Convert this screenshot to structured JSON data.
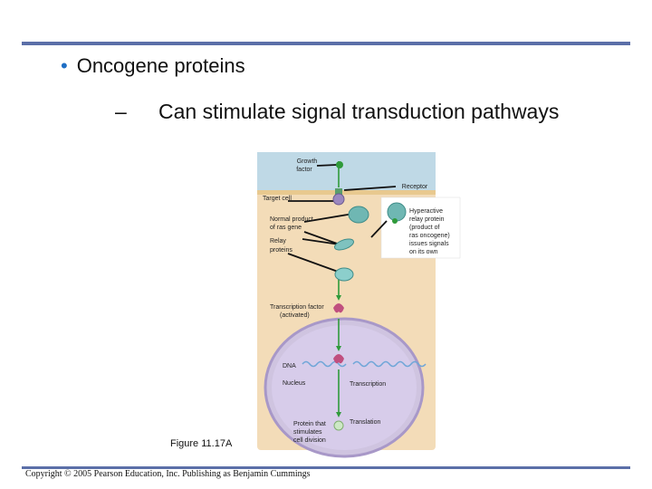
{
  "slide": {
    "bullet": "Oncogene proteins",
    "subbullet_marker": "–",
    "subbullet": "Can stimulate signal transduction pathways",
    "figure_label": "Figure 11.17A",
    "copyright": "Copyright © 2005 Pearson Education, Inc. Publishing as Benjamin Cummings"
  },
  "diagram": {
    "growth_factor": [
      "Growth",
      "factor"
    ],
    "receptor": "Receptor",
    "target_cell": "Target cell",
    "normal_product": [
      "Normal product",
      "of ras gene"
    ],
    "relay_proteins": [
      "Relay",
      "proteins"
    ],
    "hyperactive": [
      "Hyperactive",
      "relay protein",
      "(product of",
      "ras oncogene)",
      "issues signals",
      "on its own"
    ],
    "transcription_factor": [
      "Transcription factor",
      "(activated)"
    ],
    "dna": "DNA",
    "nucleus": "Nucleus",
    "transcription": "Transcription",
    "translation": "Translation",
    "protein_product": [
      "Protein that",
      "stimulates",
      "cell division"
    ]
  },
  "colors": {
    "rule": "#5b6fa8",
    "bullet_dot": "#1f6fc5",
    "cell_bg": "#f3dcb8",
    "extracellular_bg": "#bfd9e6",
    "nucleus_fill": "#cfc4e0",
    "arrow": "#2f9a3a",
    "relay_protein": "#6fb7b3",
    "transcription_factor": "#c04f7f"
  }
}
